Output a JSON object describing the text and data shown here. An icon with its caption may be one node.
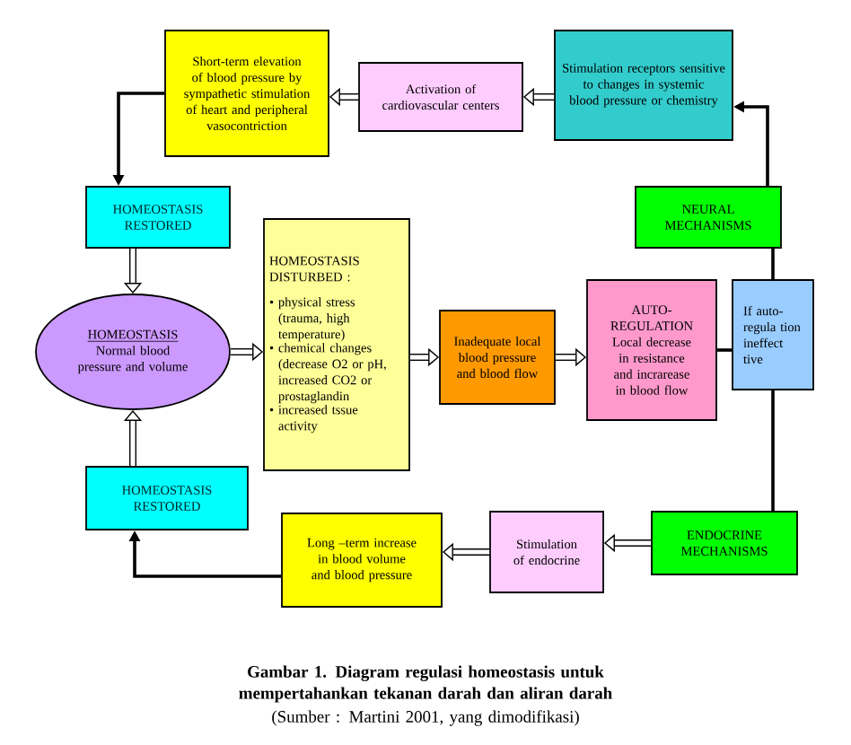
{
  "diagram": {
    "caption": "Gambar 1. Diagram regulasi homeostasis untuk mempertahankan tekanan darah dan aliran darah",
    "nodes": [
      {
        "text": [
          "Short-term elevation of blood pressure by sympathetic stimulation of heart and peripheral vasocontriction"
        ]
      },
      {
        "text": [
          "Activation of cardiovascular centers"
        ]
      },
      {
        "text": [
          "Stimulation receptors sensitive to changes in systemic blood pressure or chemistry"
        ]
      },
      {
        "text": [
          "HOMEOSTASIS RESTORED"
        ]
      },
      {
        "text": [
          "NEURAL MECHANISMS"
        ]
      },
      {
        "text": [
          "HOMEOSTASIS DISTURBED :",
          "• physical stress (trauma, high temperature)",
          "• chemical changes (decrease O2 or pH, increased CO2 or prostaglandin",
          "• increased tssue activity"
        ]
      },
      {
        "text": [
          "HOMEOSTASIS",
          "Normal blood pressure and volume"
        ]
      },
      {
        "text": [
          "Inadequate local blood pressure and blood flow"
        ]
      },
      {
        "text": [
          "AUTO-REGULATION",
          "Local decrease in resistance and incrarease in blood flow"
        ]
      },
      {
        "text": [
          "If auto- regula tion ineffect tive"
        ]
      },
      {
        "text": [
          "HOMEOSTASIS RESTORED"
        ]
      },
      {
        "text": [
          "Long –term increase in blood volume and blood pressure"
        ]
      },
      {
        "text": [
          "Stimulation of endocrine"
        ]
      },
      {
        "text": [
          "ENDOCRINE MECHANISMS"
        ]
      }
    ],
    "edges": [
      {
        "from": 2,
        "to": 1,
        "arrow": "to"
      },
      {
        "from": 1,
        "to": 0,
        "arrow": "to"
      },
      {
        "from": 0,
        "to": 3,
        "arrow": "to"
      },
      {
        "from": 3,
        "to": 6,
        "arrow": "to"
      },
      {
        "from": 10,
        "to": 6,
        "arrow": "to"
      },
      {
        "from": 6,
        "to": 5,
        "arrow": "to"
      },
      {
        "from": 5,
        "to": 7,
        "arrow": "to"
      },
      {
        "from": 7,
        "to": 8,
        "arrow": "to"
      },
      {
        "from": 8,
        "to": 9,
        "arrow": "none"
      },
      {
        "from": 9,
        "to": 4,
        "arrow": "none"
      },
      {
        "from": 4,
        "to": 2,
        "arrow": "to"
      },
      {
        "from": 9,
        "to": 13,
        "arrow": "none"
      },
      {
        "from": 13,
        "to": 12,
        "arrow": "to"
      },
      {
        "from": 12,
        "to": 11,
        "arrow": "to"
      },
      {
        "from": 11,
        "to": 10,
        "arrow": "to"
      }
    ],
    "labels": [
      "(Sumber : Martini 2001, yang dimodifikasi)"
    ]
  }
}
